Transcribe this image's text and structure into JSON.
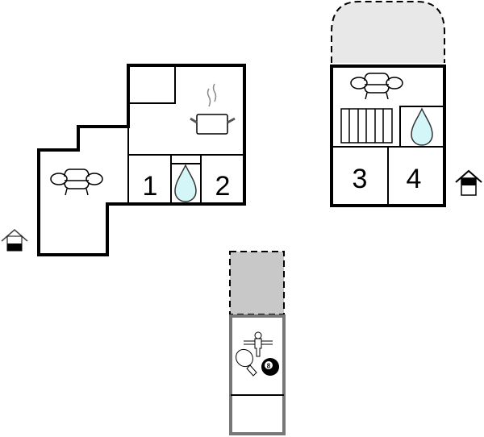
{
  "rooms": {
    "bedroom_1": "1",
    "bedroom_2": "2",
    "bedroom_3": "3",
    "bedroom_4": "4"
  },
  "colors": {
    "wall": "#000000",
    "water": "#d4f6f8",
    "terrace_light": "#e8e8e8",
    "terrace_dark": "#c8c8c8",
    "annex_wall": "#777777"
  },
  "icons": [
    "sofa-icon",
    "pot-icon",
    "water-drop-icon",
    "radiator-icon",
    "entrance-icon",
    "foosball-icon",
    "table-tennis-icon",
    "billiard-ball-icon"
  ],
  "billiard_label": "8"
}
